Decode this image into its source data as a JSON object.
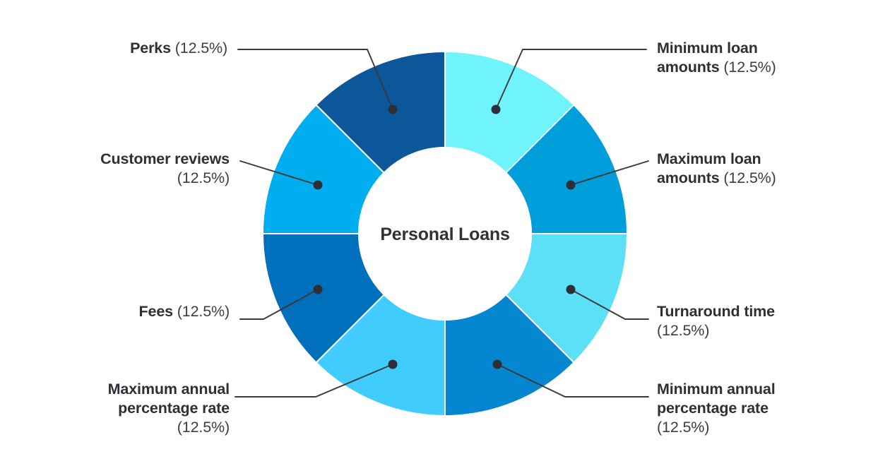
{
  "chart_data": {
    "type": "pie",
    "variant": "donut",
    "title": "Personal Loans",
    "center_label": "Personal Loans",
    "unit": "%",
    "total": 100,
    "legend_position": "callout-labels",
    "grid": false,
    "categories": [
      "Minimum loan amounts",
      "Maximum loan amounts",
      "Turnaround time",
      "Minimum annual percentage rate",
      "Maximum annual percentage rate",
      "Fees",
      "Customer reviews",
      "Perks"
    ],
    "values": [
      12.5,
      12.5,
      12.5,
      12.5,
      12.5,
      12.5,
      12.5,
      12.5
    ],
    "value_labels": [
      "(12.5%)",
      "(12.5%)",
      "(12.5%)",
      "(12.5%)",
      "(12.5%)",
      "(12.5%)",
      "(12.5%)",
      "(12.5%)"
    ],
    "colors": [
      "#6FF3FC",
      "#009EDB",
      "#5BE0F7",
      "#0586D0",
      "#40CDFD",
      "#0070BC",
      "#00AEF0",
      "#0B5799"
    ],
    "slices": [
      {
        "label": "Minimum loan amounts",
        "value": 12.5,
        "value_label": "(12.5%)",
        "color": "#6FF3FC",
        "side": "right"
      },
      {
        "label": "Maximum loan amounts",
        "value": 12.5,
        "value_label": "(12.5%)",
        "color": "#009EDB",
        "side": "right"
      },
      {
        "label": "Turnaround time",
        "value": 12.5,
        "value_label": "(12.5%)",
        "color": "#5BE0F7",
        "side": "right"
      },
      {
        "label": "Minimum annual percentage rate",
        "value": 12.5,
        "value_label": "(12.5%)",
        "color": "#0586D0",
        "side": "right"
      },
      {
        "label": "Maximum annual percentage rate",
        "value": 12.5,
        "value_label": "(12.5%)",
        "color": "#40CDFD",
        "side": "left"
      },
      {
        "label": "Fees",
        "value": 12.5,
        "value_label": "(12.5%)",
        "color": "#0070BC",
        "side": "left"
      },
      {
        "label": "Customer reviews",
        "value": 12.5,
        "value_label": "(12.5%)",
        "color": "#00AEF0",
        "side": "left"
      },
      {
        "label": "Perks",
        "value": 12.5,
        "value_label": "(12.5%)",
        "color": "#0B5799",
        "side": "left"
      }
    ]
  },
  "callouts": {
    "minimum_loan_amounts": {
      "line1": "Minimum loan",
      "line2": "amounts",
      "pct": "(12.5%)"
    },
    "maximum_loan_amounts": {
      "line1": "Maximum loan",
      "line2": "amounts",
      "pct": "(12.5%)"
    },
    "turnaround_time": {
      "line1": "Turnaround time",
      "pct": "(12.5%)"
    },
    "minimum_apr": {
      "line1": "Minimum annual",
      "line2": "percentage rate",
      "pct": "(12.5%)"
    },
    "maximum_apr": {
      "line1": "Maximum annual",
      "line2": "percentage rate",
      "pct": "(12.5%)"
    },
    "fees": {
      "line1": "Fees",
      "pct": "(12.5%)"
    },
    "customer_reviews": {
      "line1": "Customer reviews",
      "pct": "(12.5%)"
    },
    "perks": {
      "line1": "Perks",
      "pct": "(12.5%)"
    }
  },
  "palette": {
    "background": "#ffffff",
    "text": "#2f2f35",
    "leader_line": "#3a3a3a",
    "leader_dot": "#2e2e36",
    "slice_divider": "#ffffff"
  }
}
